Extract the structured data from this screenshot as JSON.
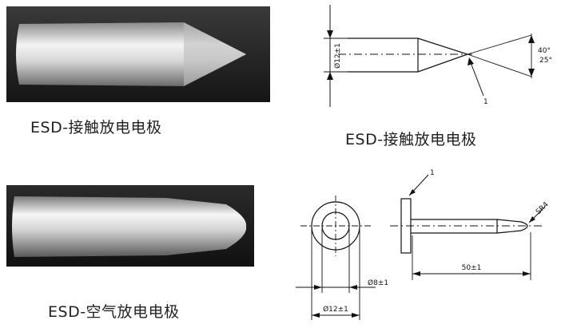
{
  "captions": {
    "contact_photo": "ESD-接触放电电极",
    "contact_drawing": "ESD-接触放电电极",
    "air_photo": "ESD-空气放电电极"
  },
  "contact_drawing": {
    "diameter_label": "Ø12±1",
    "angle_outer_label": "40°",
    "angle_inner_label": "25°",
    "callout_label": "1"
  },
  "air_drawing": {
    "callout_label": "1",
    "radius_label": "SR4",
    "length_label": "50±1",
    "inner_diameter_label": "Ø8±1",
    "outer_diameter_label": "Ø12±1"
  },
  "colors": {
    "photo_background": "#1c1c1c",
    "metal_highlight": "#f2f2f2",
    "line": "#111111"
  }
}
